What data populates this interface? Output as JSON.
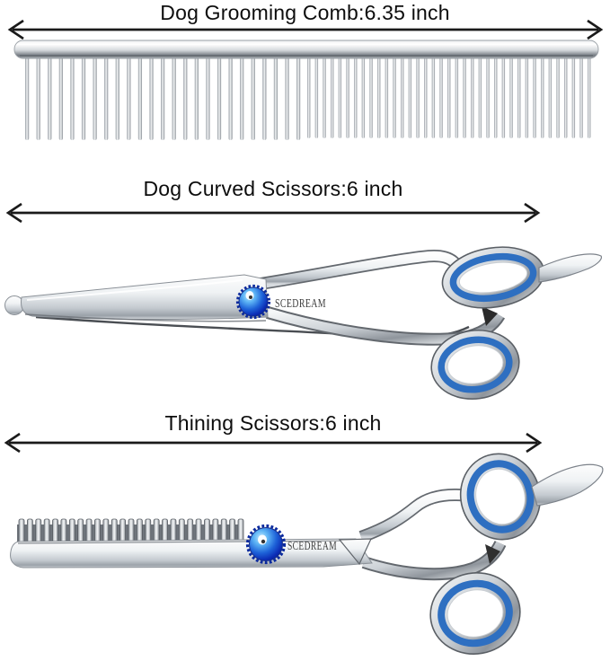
{
  "image_kind": "product-dimension-diagram",
  "colors": {
    "background": "#ffffff",
    "text": "#0d0d0d",
    "arrow": "#1a1a1a",
    "ring_blue": "#2e6fc1",
    "screw_blue_dark": "#0b2bb4",
    "screw_blue_light": "#5db4f5",
    "metal_edge": "#8a9097"
  },
  "comb_section": {
    "title": "Dog Grooming Comb:6.35 inch",
    "wide_teeth_count": 25,
    "fine_teeth_count": 37
  },
  "curved_section": {
    "title": "Dog Curved Scissors:6 inch",
    "brand": "SCEDREAM"
  },
  "thinning_section": {
    "title": "Thining Scissors:6 inch",
    "brand": "SCEDREAM",
    "blade_teeth_count": 27
  }
}
